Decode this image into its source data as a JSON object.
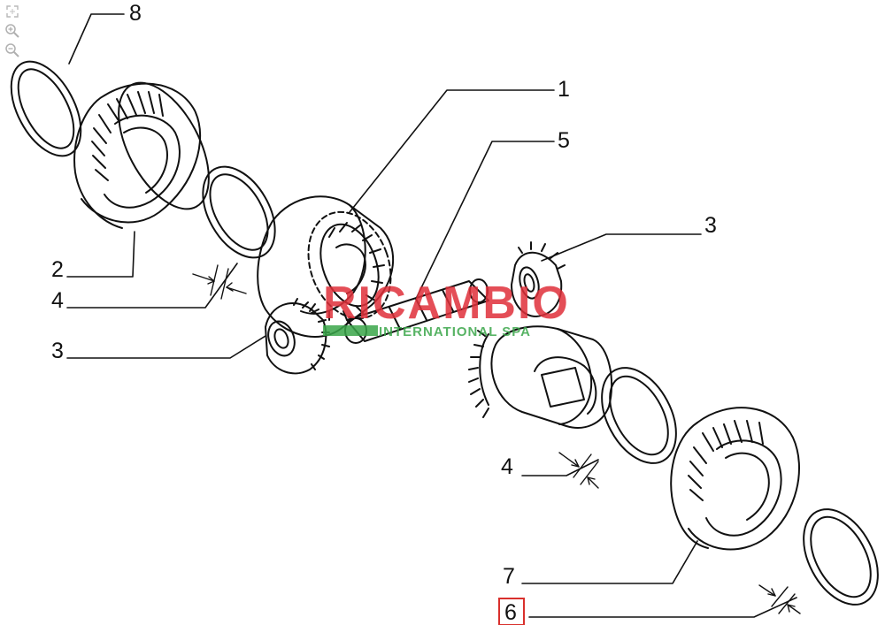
{
  "toolbar": {
    "tools": [
      {
        "name": "fit-to-screen-icon"
      },
      {
        "name": "zoom-in-icon"
      },
      {
        "name": "zoom-out-icon"
      }
    ]
  },
  "watermark": {
    "brand": "RICAMBIO",
    "tagline": "INTERNATIONAL SPA",
    "brand_color": "#e0303a",
    "tagline_color": "#3aa64a"
  },
  "callouts": {
    "part_8": "8",
    "part_1": "1",
    "part_5": "5",
    "part_3_right": "3",
    "part_2": "2",
    "part_4_left": "4",
    "part_3_left": "3",
    "part_4_right": "4",
    "part_7": "7",
    "part_6": "6"
  },
  "highlight": {
    "selected_callout": "6",
    "color": "#d9302c"
  },
  "line_color": "#111111"
}
